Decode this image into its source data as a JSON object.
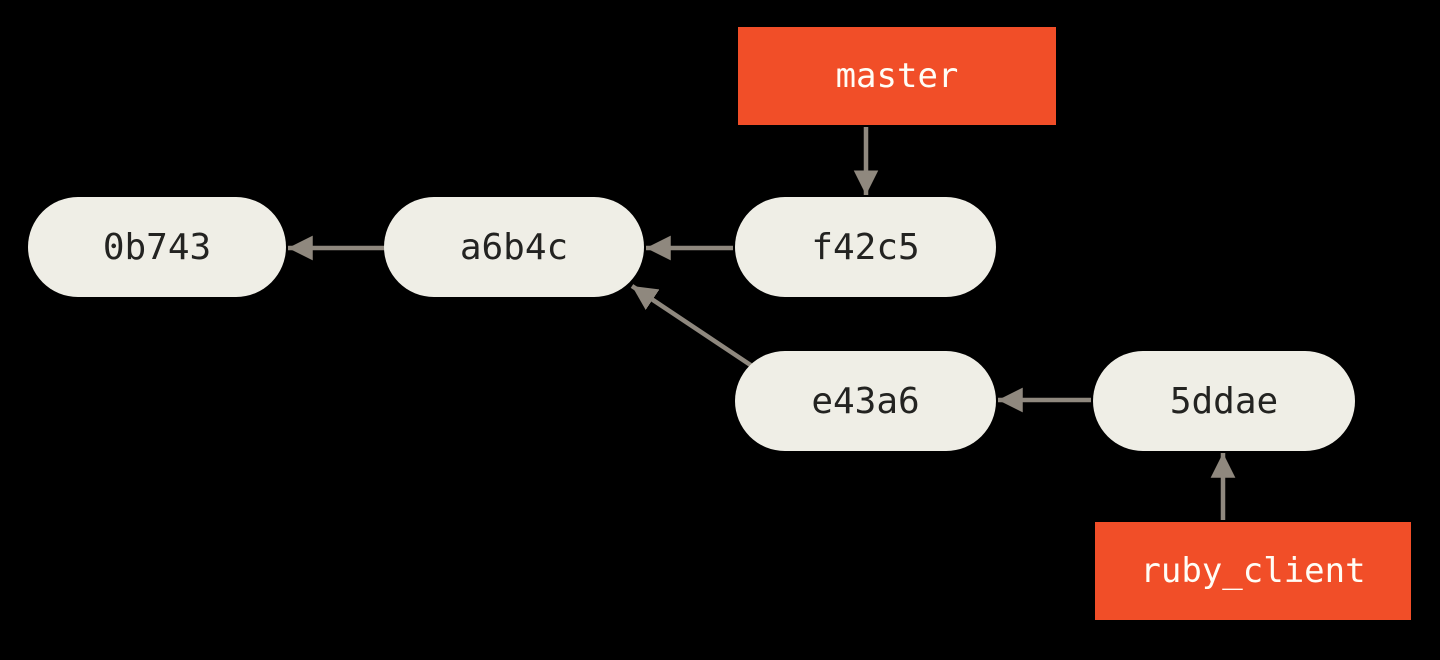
{
  "diagram": {
    "type": "git-commit-graph",
    "background": "#000000",
    "colors": {
      "node_bg": "#efeee6",
      "node_text": "#232321",
      "arrow": "#8f887e",
      "branch_bg": "#f14e28",
      "branch_text": "#fffdf6"
    },
    "nodes": [
      {
        "id": "0b743",
        "label": "0b743",
        "parents": []
      },
      {
        "id": "a6b4c",
        "label": "a6b4c",
        "parents": [
          "0b743"
        ]
      },
      {
        "id": "f42c5",
        "label": "f42c5",
        "parents": [
          "a6b4c"
        ]
      },
      {
        "id": "e43a6",
        "label": "e43a6",
        "parents": [
          "a6b4c"
        ]
      },
      {
        "id": "5ddae",
        "label": "5ddae",
        "parents": [
          "e43a6"
        ]
      }
    ],
    "branches": [
      {
        "label": "master",
        "points_to": "f42c5"
      },
      {
        "label": "ruby_client",
        "points_to": "5ddae"
      }
    ]
  }
}
